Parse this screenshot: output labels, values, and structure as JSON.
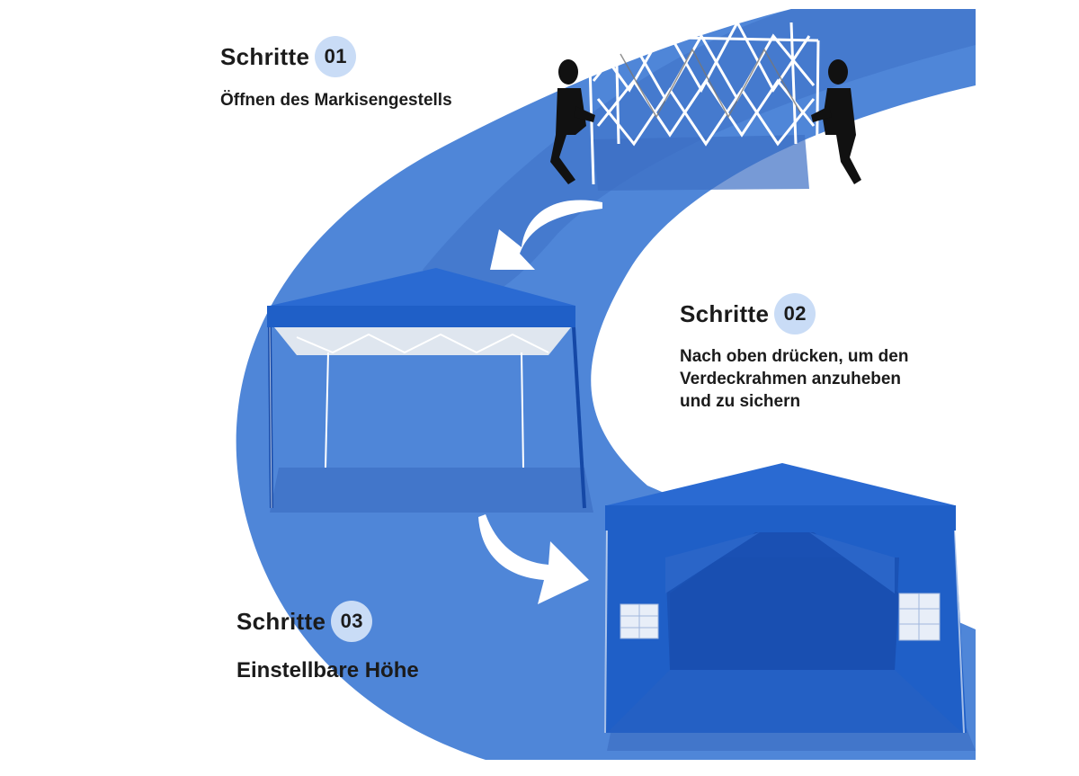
{
  "steps": [
    {
      "word": "Schritte",
      "number": "01",
      "description": "Öffnen des Markisengestells"
    },
    {
      "word": "Schritte",
      "number": "02",
      "description": "Nach oben drücken, um den\nVerdeckrahmen anzuheben\nund zu sichern"
    },
    {
      "word": "Schritte",
      "number": "03",
      "description": "Einstellbare Höhe"
    }
  ],
  "colors": {
    "ribbon": "#4f86d8",
    "ribbon_dark": "#3f73c8",
    "canopy": "#1f5fc7",
    "canopy_dark": "#1548a6",
    "badge": "#c9dcf6",
    "text": "#1b1b1b"
  },
  "icons": [
    "person-silhouette-icon",
    "arrow-icon"
  ]
}
